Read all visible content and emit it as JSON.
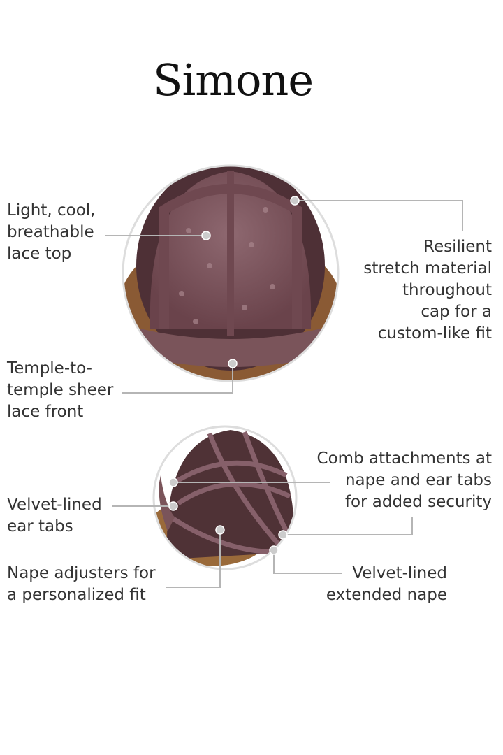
{
  "title": "Simone",
  "labels": {
    "lace_top": "Light, cool,\nbreathable\nlace top",
    "stretch": "Resilient\nstretch material\nthroughout\ncap for a\ncustom-like fit",
    "lace_front": "Temple-to-\ntemple sheer\nlace front",
    "comb": "Comb attachments at\nnape and ear tabs\nfor added security",
    "ear_tabs": "Velvet-lined\near tabs",
    "nape_adjusters": "Nape adjusters for\na personalized fit",
    "extended_nape": "Velvet-lined\nextended nape"
  },
  "colors": {
    "cap": "#7d535b",
    "hair": "#7a5334",
    "leader": "#b5b5b5"
  }
}
